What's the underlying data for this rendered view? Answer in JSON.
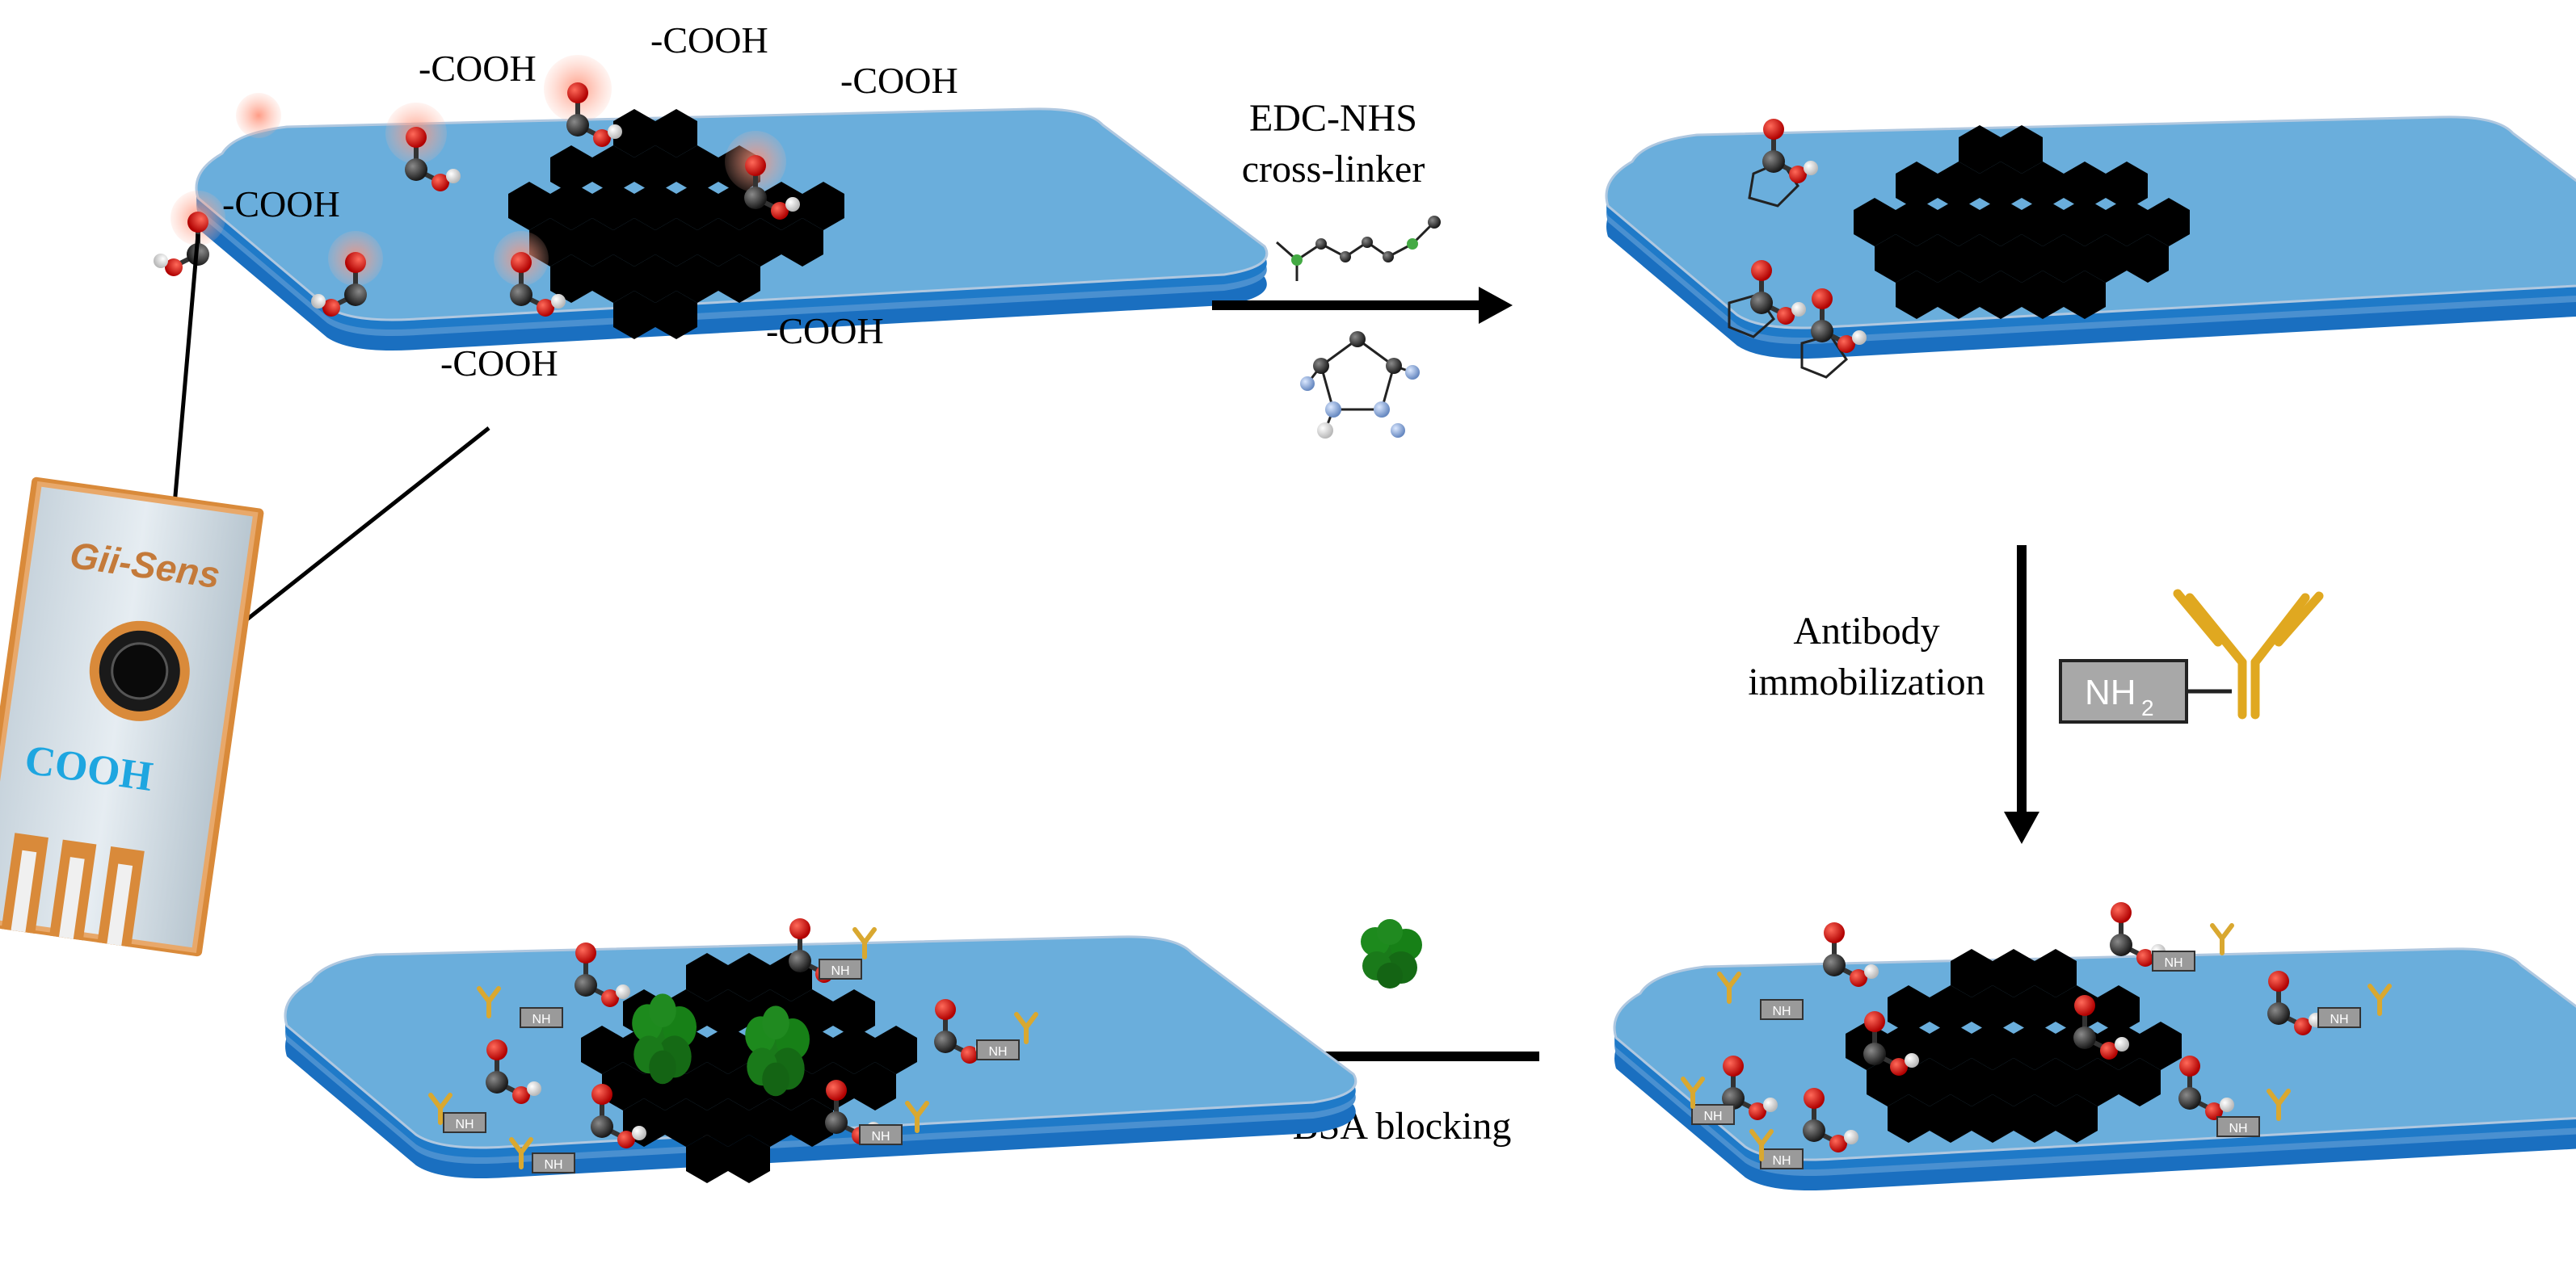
{
  "figure": {
    "panel1_labels": [
      "-COOH",
      "-COOH",
      "-COOH",
      "-COOH",
      "-COOH",
      "-COOH"
    ],
    "step1": {
      "line1": "EDC-NHS",
      "line2": "cross-linker"
    },
    "step2": {
      "line1": "Antibody",
      "line2": "immobilization",
      "amine_tag": "NH",
      "amine_sub": "2"
    },
    "step3": {
      "label": "BSA blocking"
    },
    "sensor_strip": {
      "brand": "Gii-Sens",
      "surface": "COOH"
    },
    "amide_tag": "NH",
    "colors": {
      "platform_top": "#6aaedc",
      "platform_side": "#1a6fc0",
      "oxygen": "#e01010",
      "carbon": "#333333",
      "antibody": "#d9a830",
      "bsa": "#1a7a1a",
      "strip_gold": "#d98a3a",
      "cooh_text": "#1ea6e0"
    }
  }
}
